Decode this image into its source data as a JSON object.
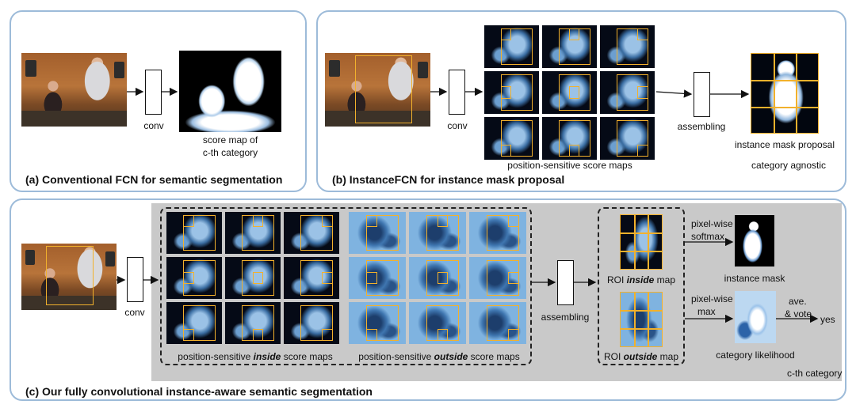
{
  "panel_a": {
    "title": "(a) Conventional FCN for semantic segmentation",
    "conv_label": "conv",
    "score_map_label": "score map of",
    "score_map_label2": "c-th category"
  },
  "panel_b": {
    "title": "(b) InstanceFCN for instance mask proposal",
    "conv_label": "conv",
    "maps_label": "position-sensitive score maps",
    "assembling_label": "assembling",
    "proposal_label": "instance mask proposal",
    "agnostic_label": "category agnostic"
  },
  "panel_c": {
    "title": "(c) Our fully convolutional instance-aware semantic segmentation",
    "conv_label": "conv",
    "inside_maps_prefix": "position-sensitive ",
    "inside_maps_emph": "inside",
    "inside_maps_suffix": " score maps",
    "outside_maps_prefix": "position-sensitive ",
    "outside_maps_emph": "outside",
    "outside_maps_suffix": " score maps",
    "assembling_label": "assembling",
    "roi_inside_prefix": "ROI ",
    "roi_inside_emph": "inside",
    "roi_inside_suffix": " map",
    "roi_outside_prefix": "ROI ",
    "roi_outside_emph": "outside",
    "roi_outside_suffix": " map",
    "softmax_label1": "pixel-wise",
    "softmax_label2": "softmax",
    "max_label1": "pixel-wise",
    "max_label2": "max",
    "instance_mask_label": "instance mask",
    "category_likelihood_label": "category likelihood",
    "vote_label1": "ave.",
    "vote_label2": "& vote",
    "yes_label": "yes",
    "category_label": "c-th category"
  },
  "colors": {
    "panel_border": "#9dbbd9",
    "grid_accent": "#f2b12c",
    "gray_background": "#c9c9c9"
  }
}
